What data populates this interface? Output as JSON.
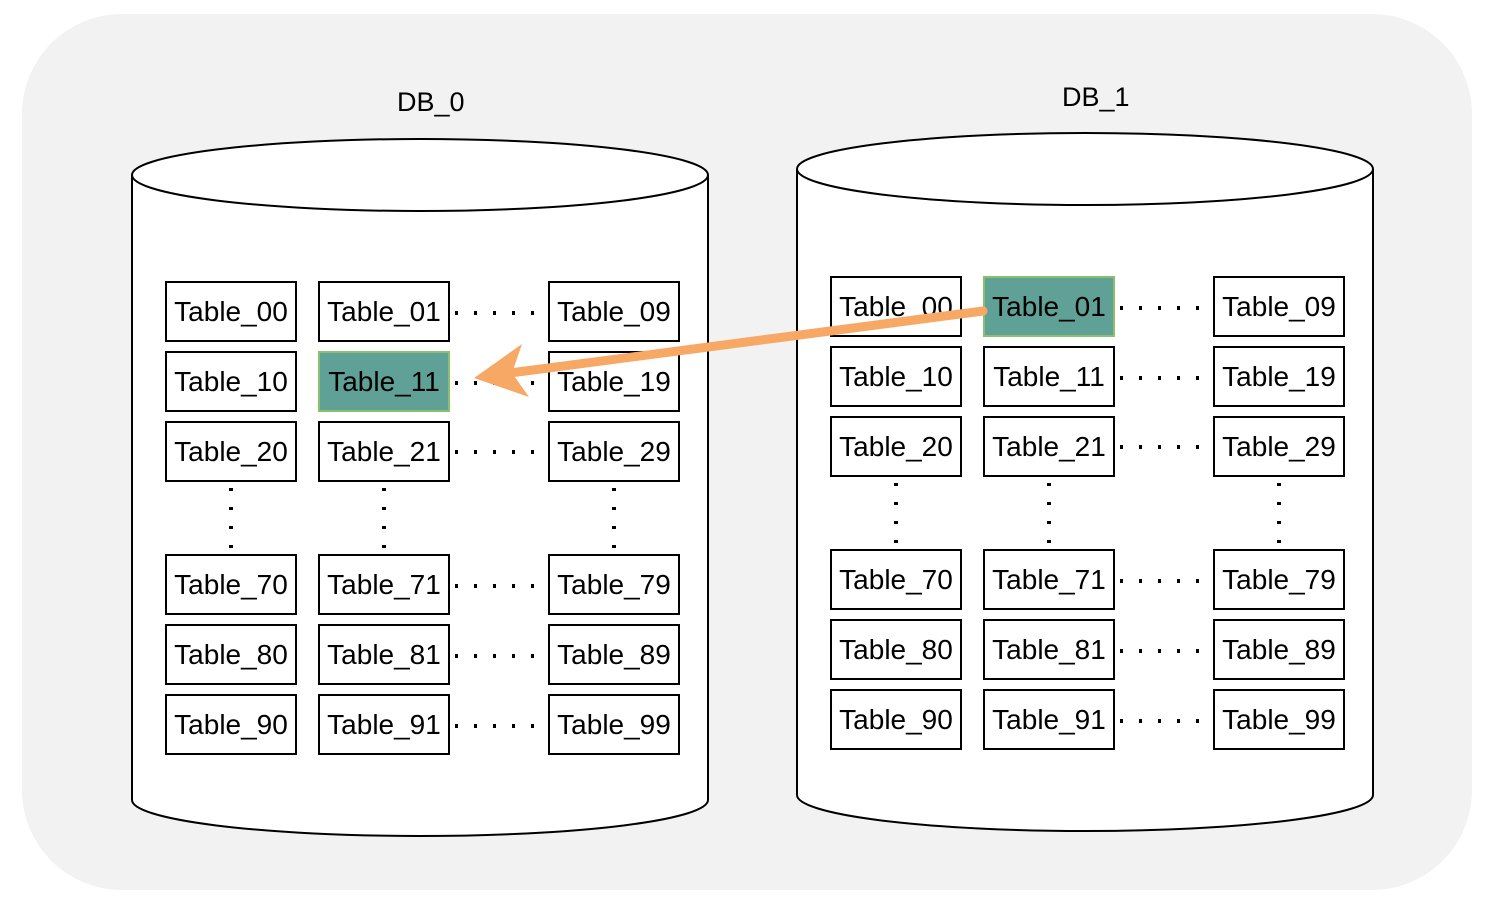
{
  "databases": [
    {
      "id": "db0",
      "label": "DB_0",
      "highlighted_table": "Table_11",
      "tables": [
        [
          "Table_00",
          "Table_01",
          "Table_09"
        ],
        [
          "Table_10",
          "Table_11",
          "Table_19"
        ],
        [
          "Table_20",
          "Table_21",
          "Table_29"
        ],
        [
          "Table_70",
          "Table_71",
          "Table_79"
        ],
        [
          "Table_80",
          "Table_81",
          "Table_89"
        ],
        [
          "Table_90",
          "Table_91",
          "Table_99"
        ]
      ]
    },
    {
      "id": "db1",
      "label": "DB_1",
      "highlighted_table": "Table_01",
      "tables": [
        [
          "Table_00",
          "Table_01",
          "Table_09"
        ],
        [
          "Table_10",
          "Table_11",
          "Table_19"
        ],
        [
          "Table_20",
          "Table_21",
          "Table_29"
        ],
        [
          "Table_70",
          "Table_71",
          "Table_79"
        ],
        [
          "Table_80",
          "Table_81",
          "Table_89"
        ],
        [
          "Table_90",
          "Table_91",
          "Table_99"
        ]
      ]
    }
  ],
  "colors": {
    "background_frame": "#f2f2f2",
    "highlight_fill": "#5fa197",
    "highlight_border": "#8bbf6b",
    "arrow": "#f8a865"
  },
  "migration_arrow": {
    "from_db": "DB_1",
    "from_table": "Table_01",
    "to_db": "DB_0",
    "to_table": "Table_11"
  }
}
